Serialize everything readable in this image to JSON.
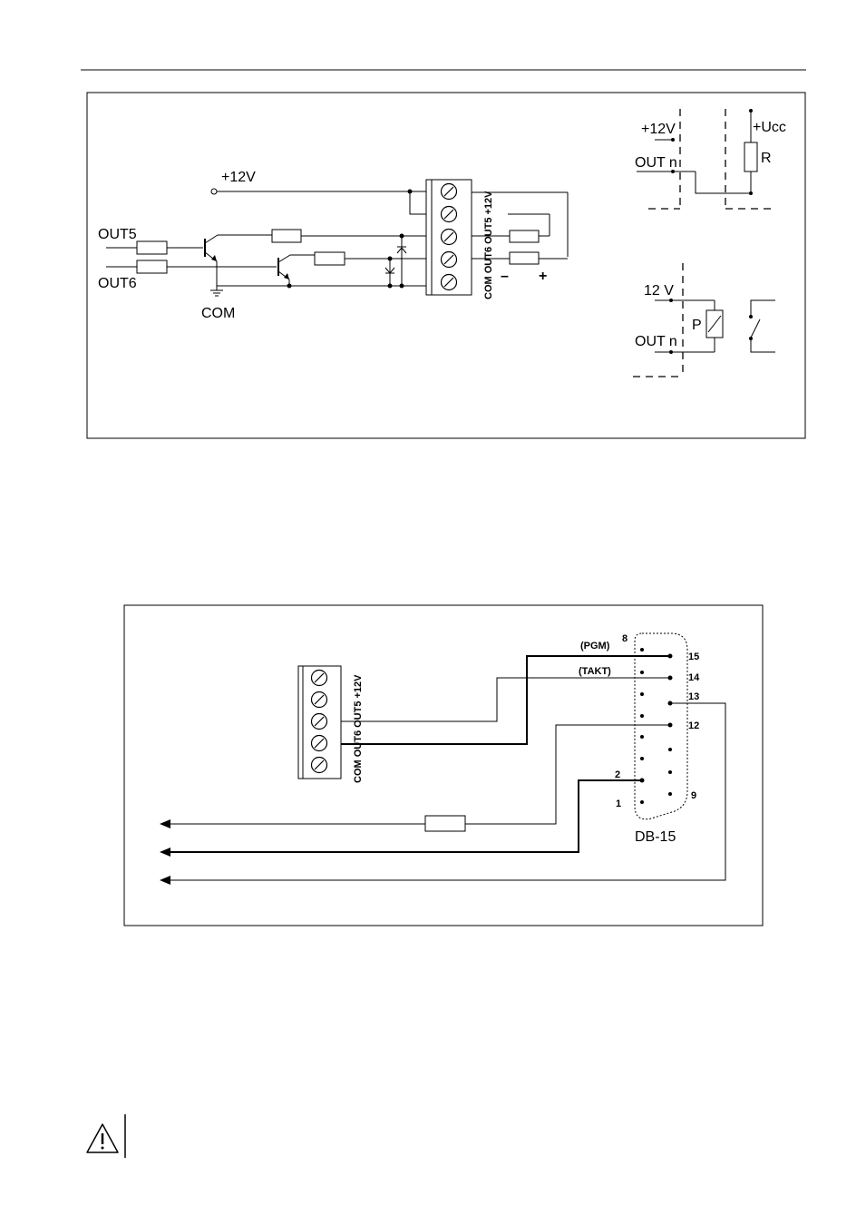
{
  "diagram1": {
    "power_label": "+12V",
    "out5_label": "OUT5",
    "out6_label": "OUT6",
    "com_label": "COM",
    "terminal_labels": "COM OUT6 OUT5 +12V",
    "minus_label": "–",
    "plus_label": "+",
    "pullup": {
      "supply_label": "+12V",
      "ucc_label": "+Ucc",
      "out_label": "OUT n",
      "resistor_label": "R"
    },
    "relay": {
      "supply_label": "12 V",
      "out_label": "OUT n",
      "relay_label": "P"
    }
  },
  "diagram2": {
    "terminal_labels": "COM OUT6 OUT5 +12V",
    "connector_label": "DB-15",
    "pgm_label": "(PGM)",
    "takt_label": "(TAKT)",
    "pins": {
      "p8": "8",
      "p15": "15",
      "p14": "14",
      "p13": "13",
      "p12": "12",
      "p2": "2",
      "p1": "1",
      "p9": "9"
    }
  },
  "warning_icon": "warning-triangle-icon"
}
